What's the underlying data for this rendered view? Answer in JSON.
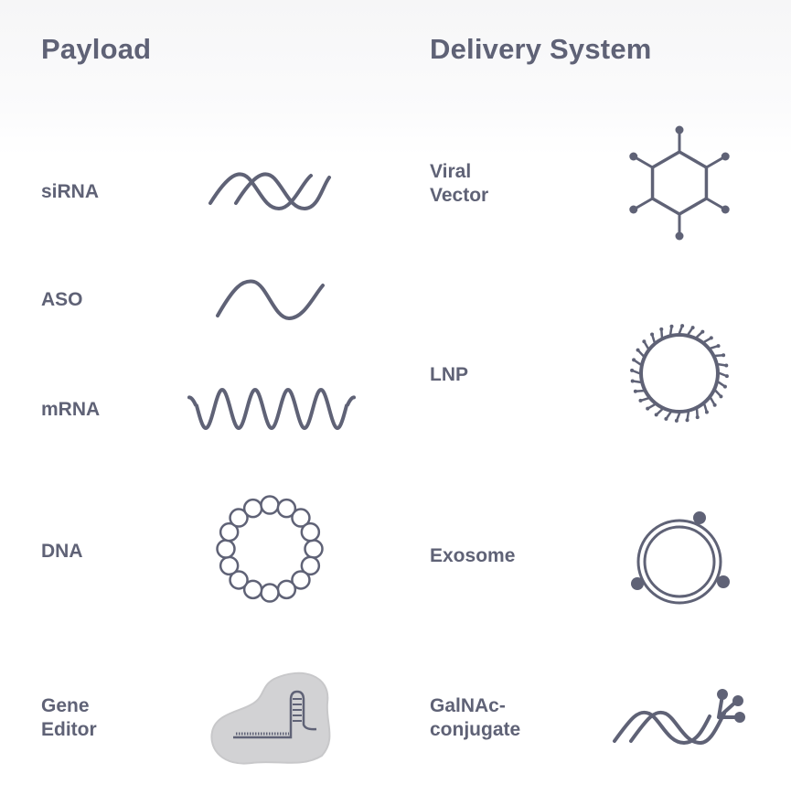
{
  "headers": {
    "payload": "Payload",
    "delivery": "Delivery System"
  },
  "payload": [
    {
      "label": "siRNA",
      "icon": "double-strand-wave-icon"
    },
    {
      "label": "ASO",
      "icon": "single-wave-icon"
    },
    {
      "label": "mRNA",
      "icon": "long-wave-icon"
    },
    {
      "label": "DNA",
      "icon": "circular-plasmid-icon"
    },
    {
      "label_line1": "Gene",
      "label_line2": "Editor",
      "icon": "crispr-complex-icon"
    }
  ],
  "delivery": [
    {
      "label_line1": "Viral",
      "label_line2": "Vector",
      "icon": "hexagon-capsid-icon"
    },
    {
      "label": "LNP",
      "icon": "lipid-nanoparticle-icon"
    },
    {
      "label": "Exosome",
      "icon": "exosome-icon"
    },
    {
      "label_line1": "GalNAc-",
      "label_line2": "conjugate",
      "icon": "galnac-conjugate-icon"
    }
  ],
  "colors": {
    "ink": "#5f6276",
    "blob": "#d2d2d4"
  }
}
